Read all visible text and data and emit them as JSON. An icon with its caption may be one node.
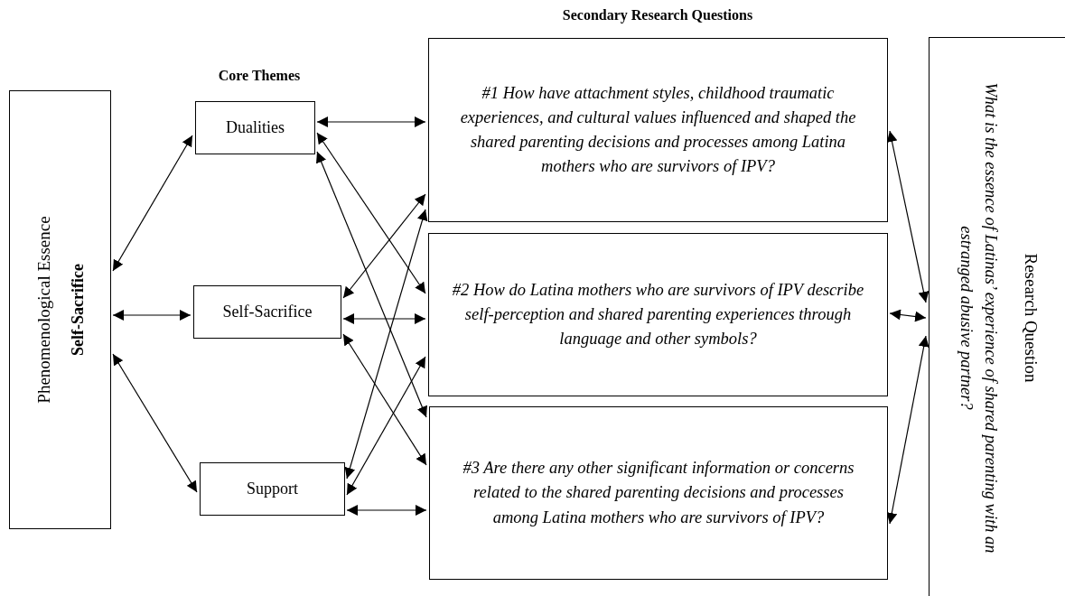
{
  "diagram": {
    "nodes": [
      {
        "text": [
          "Phenomenological Essence",
          "Self-Sacrifice"
        ]
      },
      {
        "text": [
          "Dualities"
        ]
      },
      {
        "text": [
          "Self-Sacrifice"
        ]
      },
      {
        "text": [
          "Support"
        ]
      },
      {
        "text": [
          "#1 How have attachment styles, childhood traumatic experiences, and cultural values influenced and shaped the shared parenting decisions and processes among Latina mothers who are survivors of IPV?"
        ]
      },
      {
        "text": [
          "#2 How do Latina mothers who are survivors of IPV describe self-perception and shared parenting experiences through language and other symbols?"
        ]
      },
      {
        "text": [
          "#3 Are there any other significant information or concerns related to the shared parenting decisions and processes among Latina mothers who are survivors of IPV?"
        ]
      },
      {
        "text": [
          "Research Question",
          "What is the essence of Latinas’ experience of shared parenting with an estranged abusive partner?"
        ]
      }
    ],
    "edges": [
      {
        "from": 0,
        "to": 1,
        "arrow": "both"
      },
      {
        "from": 0,
        "to": 2,
        "arrow": "both"
      },
      {
        "from": 0,
        "to": 3,
        "arrow": "both"
      },
      {
        "from": 1,
        "to": 4,
        "arrow": "both"
      },
      {
        "from": 1,
        "to": 5,
        "arrow": "both"
      },
      {
        "from": 1,
        "to": 6,
        "arrow": "both"
      },
      {
        "from": 2,
        "to": 4,
        "arrow": "both"
      },
      {
        "from": 2,
        "to": 5,
        "arrow": "both"
      },
      {
        "from": 2,
        "to": 6,
        "arrow": "both"
      },
      {
        "from": 3,
        "to": 4,
        "arrow": "both"
      },
      {
        "from": 3,
        "to": 5,
        "arrow": "both"
      },
      {
        "from": 3,
        "to": 6,
        "arrow": "both"
      },
      {
        "from": 4,
        "to": 7,
        "arrow": "both"
      },
      {
        "from": 5,
        "to": 7,
        "arrow": "both"
      },
      {
        "from": 6,
        "to": 7,
        "arrow": "both"
      }
    ],
    "labels": [
      "Secondary Research Questions",
      "Core Themes"
    ]
  }
}
